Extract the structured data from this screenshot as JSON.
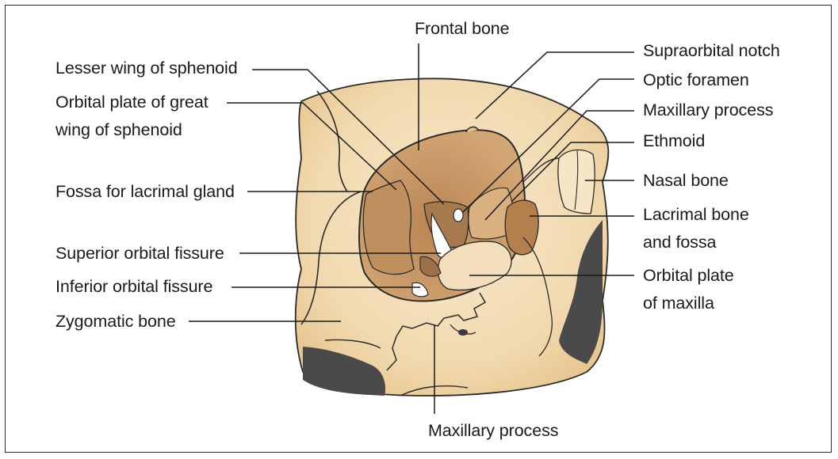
{
  "labels": {
    "frontal_bone": "Frontal bone",
    "lesser_wing": "Lesser wing of sphenoid",
    "orbital_plate_great_wing": "Orbital plate of great\nwing of sphenoid",
    "fossa_lacrimal_gland": "Fossa for lacrimal gland",
    "superior_orbital_fissure": "Superior orbital fissure",
    "inferior_orbital_fissure": "Inferior orbital fissure",
    "zygomatic_bone": "Zygomatic bone",
    "maxillary_process_bottom": "Maxillary process",
    "supraorbital_notch": "Supraorbital notch",
    "optic_foramen": "Optic foramen",
    "maxillary_process_right": "Maxillary process",
    "ethmoid": "Ethmoid",
    "nasal_bone": "Nasal bone",
    "lacrimal_bone_fossa": "Lacrimal bone\nand fossa",
    "orbital_plate_maxilla": "Orbital plate\nof maxilla"
  },
  "colors": {
    "bone_light": "#f5e3c2",
    "bone_mid": "#e9c98f",
    "orbit_brown": "#c89868",
    "orbit_dark": "#a77a4d",
    "shadow": "#4a4a4a",
    "outline": "#2b2b2b"
  }
}
